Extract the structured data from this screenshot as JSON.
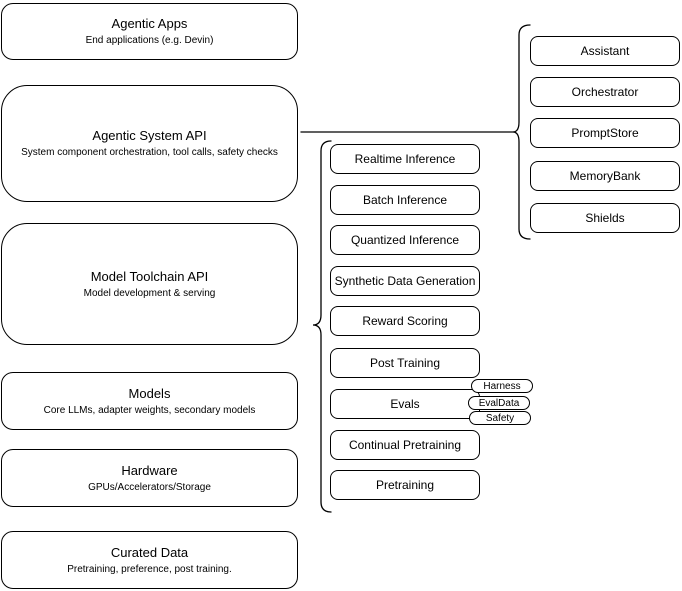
{
  "diagram": {
    "left_column": [
      {
        "title": "Agentic Apps",
        "subtitle": "End applications (e.g. Devin)"
      },
      {
        "title": "Agentic System API",
        "subtitle": "System component orchestration, tool calls, safety checks"
      },
      {
        "title": "Model Toolchain API",
        "subtitle": "Model development & serving"
      },
      {
        "title": "Models",
        "subtitle": "Core LLMs, adapter weights, secondary models"
      },
      {
        "title": "Hardware",
        "subtitle": "GPUs/Accelerators/Storage"
      },
      {
        "title": "Curated Data",
        "subtitle": "Pretraining, preference, post training."
      }
    ],
    "toolchain_column": {
      "items": [
        "Realtime Inference",
        "Batch Inference",
        "Quantized Inference",
        "Synthetic Data Generation",
        "Reward Scoring",
        "Post Training",
        "Evals",
        "Continual Pretraining",
        "Pretraining"
      ]
    },
    "system_column": {
      "items": [
        "Assistant",
        "Orchestrator",
        "PromptStore",
        "MemoryBank",
        "Shields"
      ]
    },
    "eval_tags": [
      "Harness",
      "EvalData",
      "Safety"
    ],
    "colors": {
      "stroke": "#000000",
      "fill": "#ffffff",
      "text": "#000000",
      "background": "#ffffff"
    }
  }
}
